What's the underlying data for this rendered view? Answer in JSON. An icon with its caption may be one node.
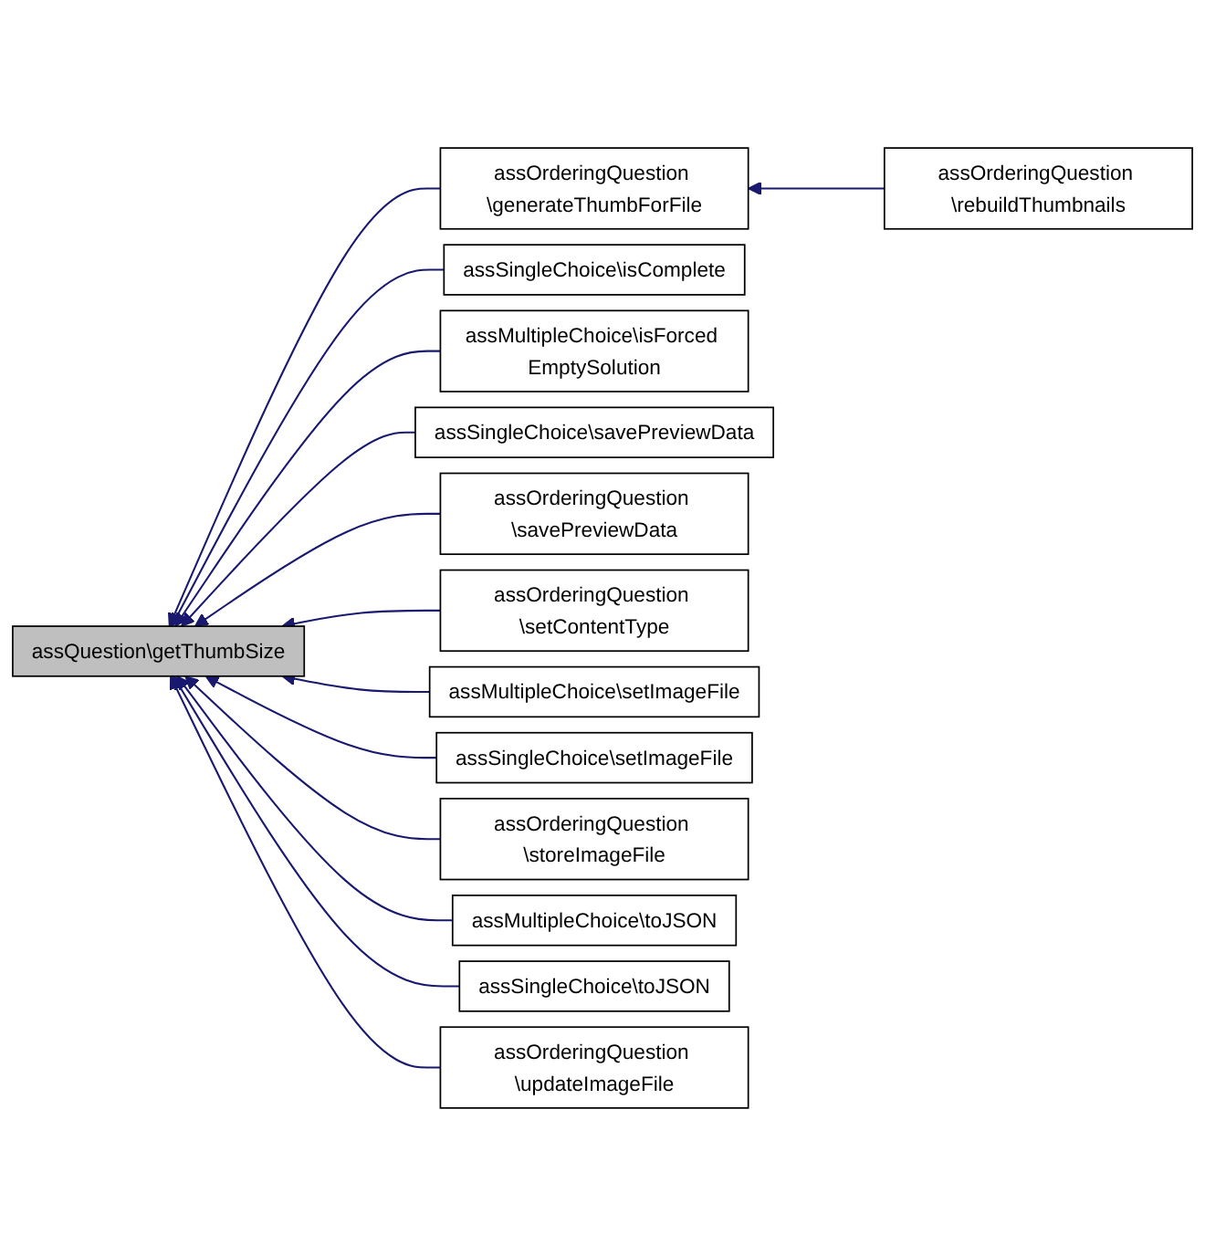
{
  "diagram": {
    "nodes": [
      {
        "text": [
          "assQuestion\\getThumbSize"
        ]
      },
      {
        "text": [
          "assOrderingQuestion \\generateThumbForFile"
        ]
      },
      {
        "text": [
          "assOrderingQuestion \\rebuildThumbnails"
        ]
      },
      {
        "text": [
          "assSingleChoice\\isComplete"
        ]
      },
      {
        "text": [
          "assMultipleChoice\\isForced EmptySolution"
        ]
      },
      {
        "text": [
          "assSingleChoice\\savePreviewData"
        ]
      },
      {
        "text": [
          "assOrderingQuestion \\savePreviewData"
        ]
      },
      {
        "text": [
          "assOrderingQuestion \\setContentType"
        ]
      },
      {
        "text": [
          "assMultipleChoice\\setImageFile"
        ]
      },
      {
        "text": [
          "assSingleChoice\\setImageFile"
        ]
      },
      {
        "text": [
          "assOrderingQuestion \\storeImageFile"
        ]
      },
      {
        "text": [
          "assMultipleChoice\\toJSON"
        ]
      },
      {
        "text": [
          "assSingleChoice\\toJSON"
        ]
      },
      {
        "text": [
          "assOrderingQuestion \\updateImageFile"
        ]
      }
    ],
    "edges": [
      {
        "from": 1,
        "to": 0,
        "arrow": "to"
      },
      {
        "from": 2,
        "to": 1,
        "arrow": "to"
      },
      {
        "from": 3,
        "to": 0,
        "arrow": "to"
      },
      {
        "from": 4,
        "to": 0,
        "arrow": "to"
      },
      {
        "from": 5,
        "to": 0,
        "arrow": "to"
      },
      {
        "from": 6,
        "to": 0,
        "arrow": "to"
      },
      {
        "from": 7,
        "to": 0,
        "arrow": "to"
      },
      {
        "from": 8,
        "to": 0,
        "arrow": "to"
      },
      {
        "from": 9,
        "to": 0,
        "arrow": "to"
      },
      {
        "from": 10,
        "to": 0,
        "arrow": "to"
      },
      {
        "from": 11,
        "to": 0,
        "arrow": "to"
      },
      {
        "from": 12,
        "to": 0,
        "arrow": "to"
      },
      {
        "from": 13,
        "to": 0,
        "arrow": "to"
      }
    ]
  }
}
